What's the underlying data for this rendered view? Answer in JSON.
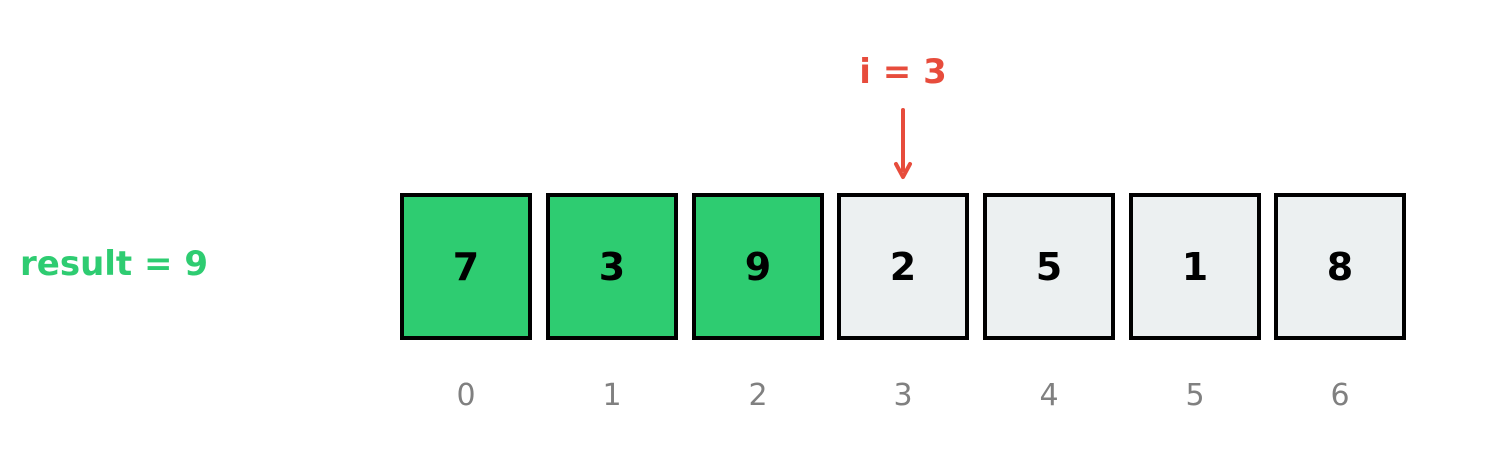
{
  "result_label": "result = 9",
  "pointer_label": "i = 3",
  "pointer_index": 3,
  "colors": {
    "processed": "#2ECC71",
    "unprocessed": "#ECF0F1",
    "pointer": "#E74C3C",
    "index": "#808080"
  },
  "cells": [
    {
      "value": "7",
      "index": "0",
      "processed": true
    },
    {
      "value": "3",
      "index": "1",
      "processed": true
    },
    {
      "value": "9",
      "index": "2",
      "processed": true
    },
    {
      "value": "2",
      "index": "3",
      "processed": false
    },
    {
      "value": "5",
      "index": "4",
      "processed": false
    },
    {
      "value": "1",
      "index": "5",
      "processed": false
    },
    {
      "value": "8",
      "index": "6",
      "processed": false
    }
  ]
}
